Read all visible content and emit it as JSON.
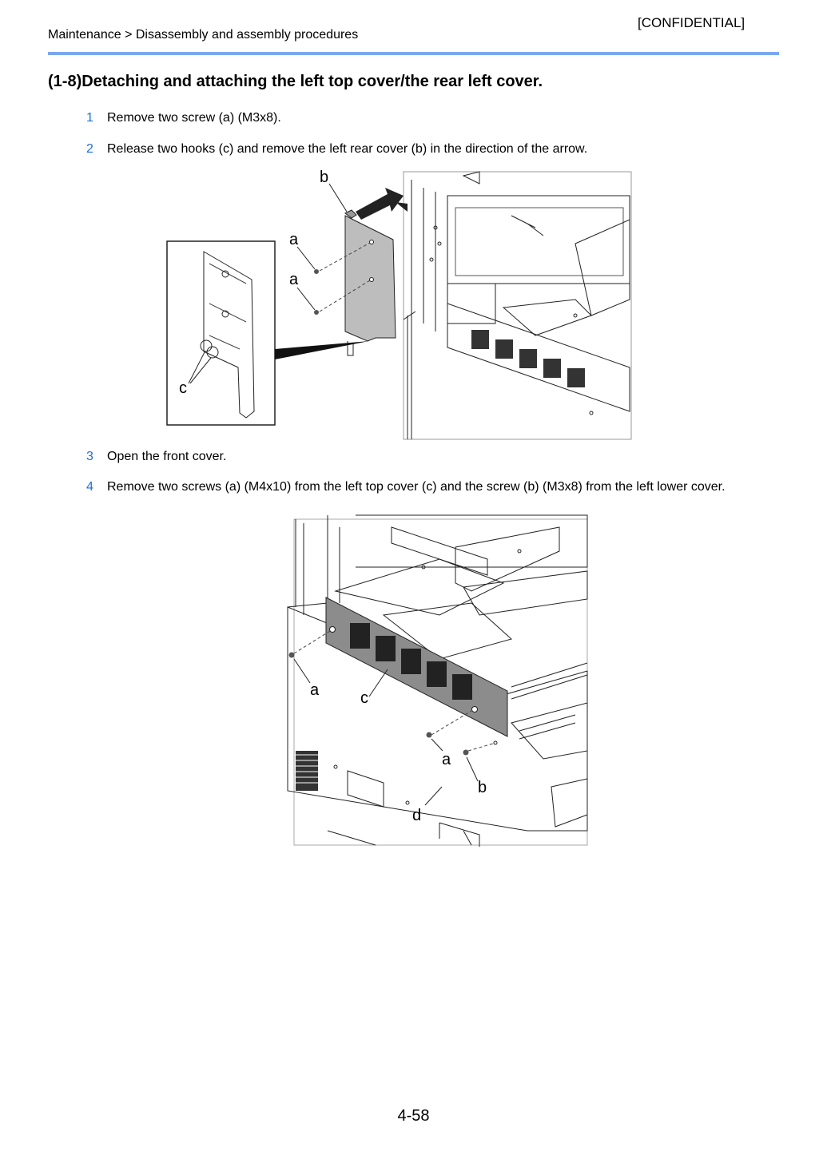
{
  "header": {
    "confidential": "[CONFIDENTIAL]",
    "breadcrumb": "Maintenance > Disassembly and assembly procedures",
    "accent_color": "#7aa7ee"
  },
  "section": {
    "title": "(1-8)Detaching and attaching the left top cover/the rear left cover."
  },
  "steps": [
    {
      "number": "1",
      "text": "Remove two screw (a) (M3x8)."
    },
    {
      "number": "2",
      "text": "Release two hooks (c) and remove the left rear cover (b) in the direction of the arrow."
    },
    {
      "number": "3",
      "text": "Open the front cover."
    },
    {
      "number": "4",
      "text": "Remove two screws (a) (M4x10) from the left top cover (c) and the screw (b) (M3x8) from the left lower cover."
    }
  ],
  "figure1": {
    "labels": {
      "b": "b",
      "a1": "a",
      "a2": "a",
      "c": "c"
    }
  },
  "figure2": {
    "labels": {
      "a1": "a",
      "c": "c",
      "a2": "a",
      "b": "b",
      "d": "d"
    }
  },
  "footer": {
    "page_number": "4-58"
  }
}
